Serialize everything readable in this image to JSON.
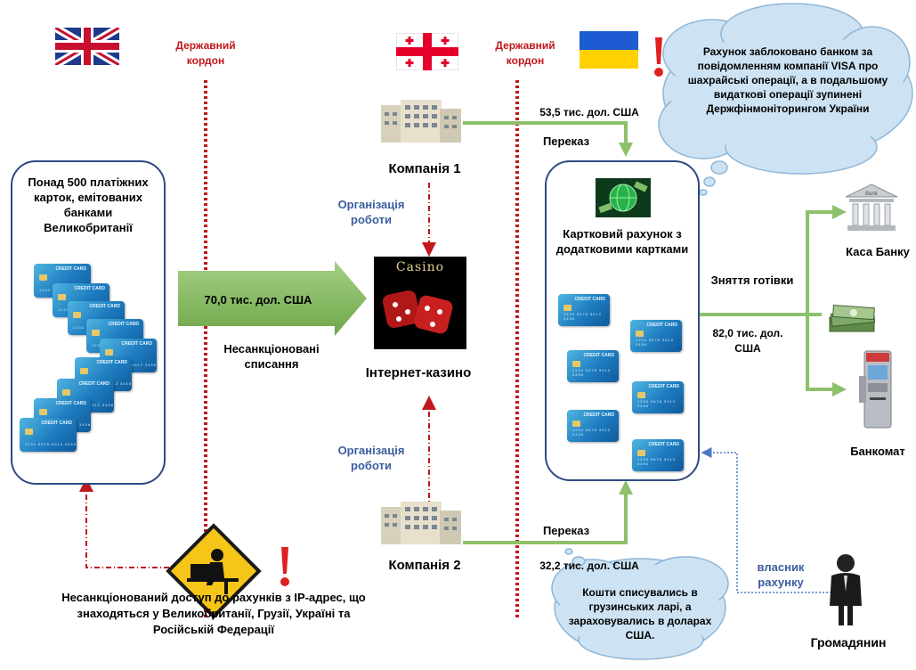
{
  "colors": {
    "border_red": "#c0181c",
    "arrow_green": "#8dc06a",
    "box_border": "#2e4a80",
    "blue_text": "#3b5da0",
    "cloud_fill": "#cde3f4"
  },
  "border_labels": {
    "left": "Державний кордон",
    "right": "Державний кордон"
  },
  "flags": [
    "uk-flag",
    "georgia-flag",
    "ukraine-flag"
  ],
  "left_box": {
    "title": "Понад 500 платіжних карток, емітованих банками Великобританії"
  },
  "main_arrow": {
    "label": "70,0 тис. дол. США"
  },
  "unauthorized": {
    "label": "Несанкціоновані списання"
  },
  "casino": {
    "logo": "Casino",
    "label": "Інтернет-казино"
  },
  "company1": {
    "label": "Компанія 1",
    "org": "Організація роботи"
  },
  "company2": {
    "label": "Компанія 2",
    "org": "Організація роботи"
  },
  "transfer1": {
    "label": "Переказ",
    "amount": "53,5 тис. дол. США"
  },
  "transfer2": {
    "label": "Переказ",
    "amount": "32,2 тис. дол. США"
  },
  "card_account": {
    "title": "Картковий рахунок з додатковими картками"
  },
  "card_text": "CREDIT CARD",
  "withdrawal": {
    "label": "Зняття готівки",
    "amount": "82,0 тис. дол. США"
  },
  "bank": {
    "label": "Каса Банку",
    "sign": "Bank"
  },
  "atm": {
    "label": "Банкомат"
  },
  "owner": {
    "label": "власник рахунку"
  },
  "citizen": {
    "label": "Громадянин"
  },
  "cloud_top": "Рахунок заблоковано банком за повідомленням компанії VISA про шахрайські операції, а в подальшому видаткові операції зупинені Держфінмоніторингом України",
  "cloud_bottom": "Кошти списувались в грузинських ларі, а зараховувались в доларах США.",
  "access_text": "Несанкціонований доступ до рахунків з IP-адрес, що знаходяться у Великобританії, Грузії, Україні та  Російській Федерації"
}
